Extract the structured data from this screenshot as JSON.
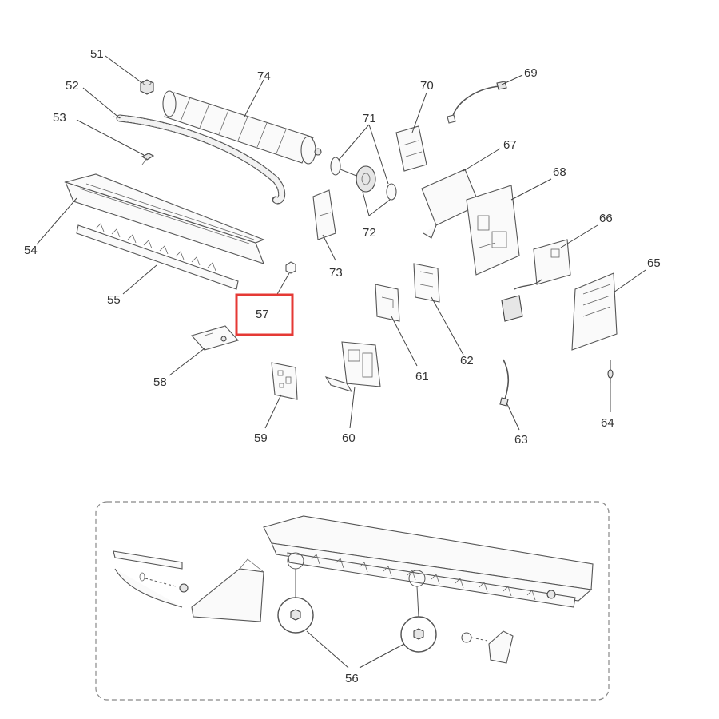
{
  "diagram": {
    "callouts": [
      {
        "id": "51",
        "label": "51"
      },
      {
        "id": "52",
        "label": "52"
      },
      {
        "id": "53",
        "label": "53"
      },
      {
        "id": "54",
        "label": "54"
      },
      {
        "id": "55",
        "label": "55"
      },
      {
        "id": "56",
        "label": "56"
      },
      {
        "id": "57",
        "label": "57",
        "highlighted": true
      },
      {
        "id": "58",
        "label": "58"
      },
      {
        "id": "59",
        "label": "59"
      },
      {
        "id": "60",
        "label": "60"
      },
      {
        "id": "61",
        "label": "61"
      },
      {
        "id": "62",
        "label": "62"
      },
      {
        "id": "63",
        "label": "63"
      },
      {
        "id": "64",
        "label": "64"
      },
      {
        "id": "65",
        "label": "65"
      },
      {
        "id": "66",
        "label": "66"
      },
      {
        "id": "67",
        "label": "67"
      },
      {
        "id": "68",
        "label": "68"
      },
      {
        "id": "69",
        "label": "69"
      },
      {
        "id": "70",
        "label": "70"
      },
      {
        "id": "71",
        "label": "71"
      },
      {
        "id": "72",
        "label": "72"
      },
      {
        "id": "73",
        "label": "73"
      },
      {
        "id": "74",
        "label": "74"
      }
    ],
    "highlight_color": "#e53935",
    "line_color": "#444444"
  }
}
